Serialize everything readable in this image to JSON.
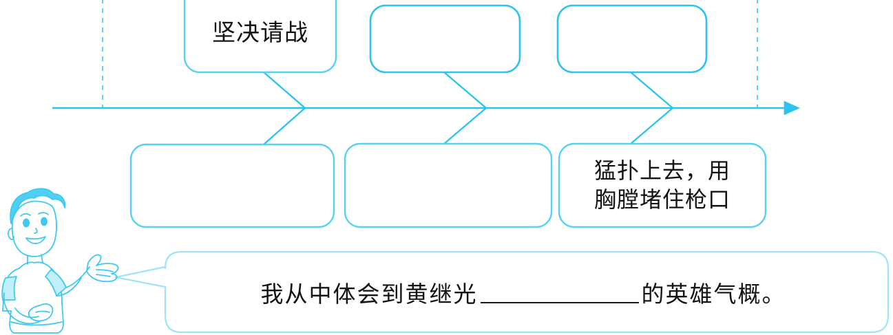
{
  "worksheet": {
    "type": "fishbone-timeline-diagram",
    "subject": "黄继光",
    "colors": {
      "ink_cyan": "#3FC8F0",
      "ink_cyan_light": "#8FE0F5",
      "text_black": "#141414",
      "background": "#ffffff"
    }
  },
  "timeline": {
    "axis_label": "timeline-arrow",
    "direction": "left-to-right",
    "dashed_guides": 2
  },
  "nodes": {
    "top": [
      {
        "id": "top-1",
        "text": "坚决请战",
        "filled": true
      },
      {
        "id": "top-2",
        "text": "",
        "filled": false
      },
      {
        "id": "top-3",
        "text": "",
        "filled": false
      }
    ],
    "bottom": [
      {
        "id": "bottom-1",
        "text": "",
        "filled": false
      },
      {
        "id": "bottom-2",
        "text": "",
        "filled": false
      },
      {
        "id": "bottom-3",
        "text": "猛扑上去，用\n胸膛堵住枪口",
        "filled": true
      }
    ]
  },
  "speech_bubble": {
    "speaker_icon": "boy-character-illustration",
    "sentence_part_1": "我从中体会到黄继光",
    "blank": "",
    "sentence_part_2": "的英雄气概。"
  }
}
